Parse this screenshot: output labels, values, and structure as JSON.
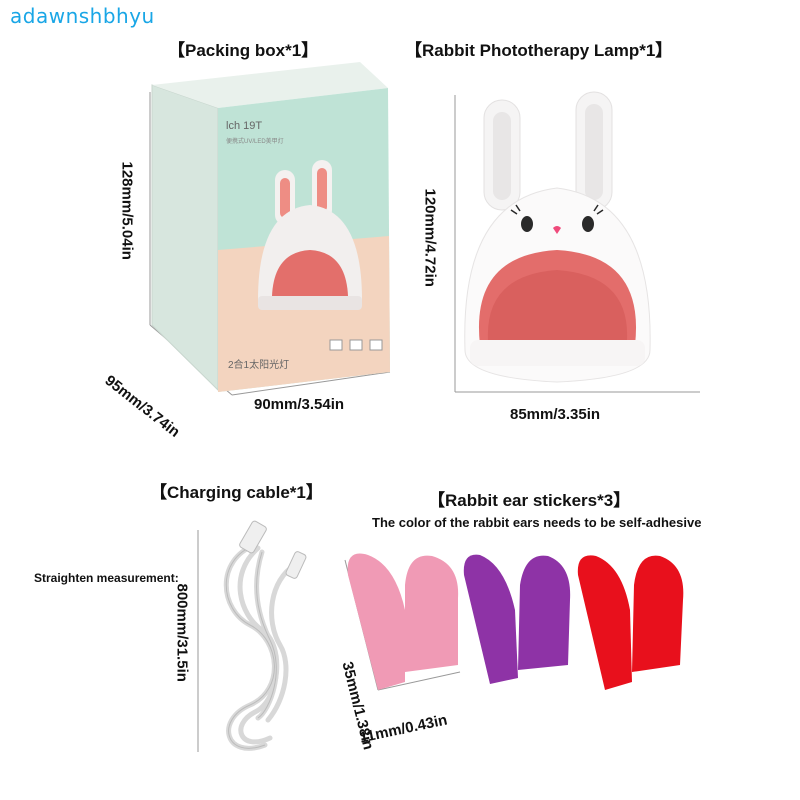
{
  "watermark": "adawnshbhyu",
  "packing_box": {
    "title": "【Packing box*1】",
    "height_label": "128mm/5.04in",
    "depth_label": "95mm/3.74in",
    "width_label": "90mm/3.54in",
    "box_model_text": "lch 19T",
    "box_subtitle": "便携式UV/LED美甲灯",
    "box_bottom_text": "2合1太阳光灯"
  },
  "lamp": {
    "title": "【Rabbit Phototherapy Lamp*1】",
    "height_label": "120mm/4.72in",
    "width_label": "85mm/3.35in"
  },
  "cable": {
    "title": "【Charging cable*1】",
    "straighten_label": "Straighten measurement:",
    "length_label": "800mm/31.5in"
  },
  "stickers": {
    "title": "【Rabbit ear stickers*3】",
    "note": "The color of the rabbit ears needs to be self-adhesive",
    "height_label": "35mm/1.38in",
    "width_label": "11mm/0.43in",
    "colors": [
      "#f09ab5",
      "#8e33a6",
      "#e8101c"
    ]
  },
  "colors": {
    "watermark": "#19a6e6",
    "box_face": "#bfe3d6",
    "box_peach": "#f3d4bf",
    "lamp_inner": "#e26e6c"
  }
}
